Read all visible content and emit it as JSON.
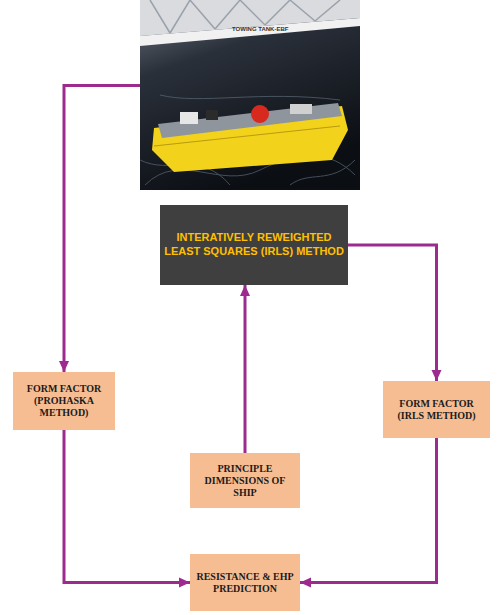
{
  "diagram": {
    "nodes": [
      {
        "text": [
          "TOWING TANK-EBF"
        ]
      },
      {
        "text": [
          "INTERATIVELY REWEIGHTED LEAST SQUARES (IRLS) METHOD"
        ]
      },
      {
        "text": [
          "FORM FACTOR (PROHASKA METHOD)"
        ]
      },
      {
        "text": [
          "FORM FACTOR (IRLS METHOD)"
        ]
      },
      {
        "text": [
          "PRINCIPLE DIMENSIONS OF SHIP"
        ]
      },
      {
        "text": [
          "RESISTANCE & EHP PREDICTION"
        ]
      }
    ],
    "edges": [
      {
        "from": 0,
        "to": 2,
        "arrow": "to"
      },
      {
        "from": 1,
        "to": 3,
        "arrow": "to"
      },
      {
        "from": 4,
        "to": 1,
        "arrow": "to"
      },
      {
        "from": 2,
        "to": 5,
        "arrow": "to"
      },
      {
        "from": 3,
        "to": 5,
        "arrow": "to"
      }
    ]
  }
}
